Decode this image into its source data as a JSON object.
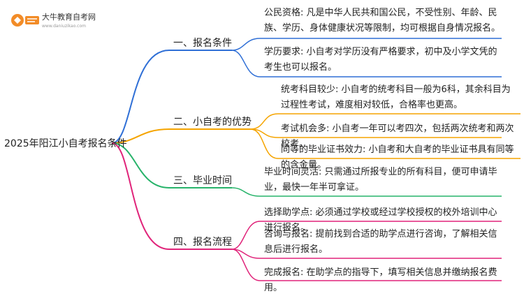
{
  "brand": {
    "name": "大牛教育自考网",
    "url": "www.daniuzikao.com"
  },
  "root": "2025年阳江小自考报名条件",
  "branches": [
    {
      "label": "一、报名条件",
      "color": "#2f6fd6",
      "leaves": [
        "公民资格: 凡是中华人民共和国公民，不受性别、年龄、民族、学历、身体健康状况等限制，均可根据自身情况报名。",
        "学历要求: 小自考对学历没有严格要求，初中及小学文凭的考生也可以报名。"
      ]
    },
    {
      "label": "二、小自考的优势",
      "color": "#f5a400",
      "leaves": [
        "统考科目较少: 小自考的统考科目一般为6科，其余科目为过程性考试，难度相对较低，合格率也更高。",
        "考试机会多: 小自考一年可以考四次，包括两次统考和两次校考。",
        "同等的毕业证书效力: 小自考和大自考的毕业证书具有同等的含金量。"
      ]
    },
    {
      "label": "三、毕业时间",
      "color": "#27b36a",
      "leaves": [
        "毕业时间灵活: 只需通过所报专业的所有科目，便可申请毕业，最快一年半可拿证。"
      ]
    },
    {
      "label": "四、报名流程",
      "color": "#e0247a",
      "leaves": [
        "选择助学点: 必须通过学校或经过学校授权的校外培训中心进行报名。",
        "咨询与报名: 提前找到合适的助学点进行咨询，了解相关信息后进行报名。",
        "完成报名: 在助学点的指导下，填写相关信息并缴纳报名费用。"
      ]
    }
  ]
}
